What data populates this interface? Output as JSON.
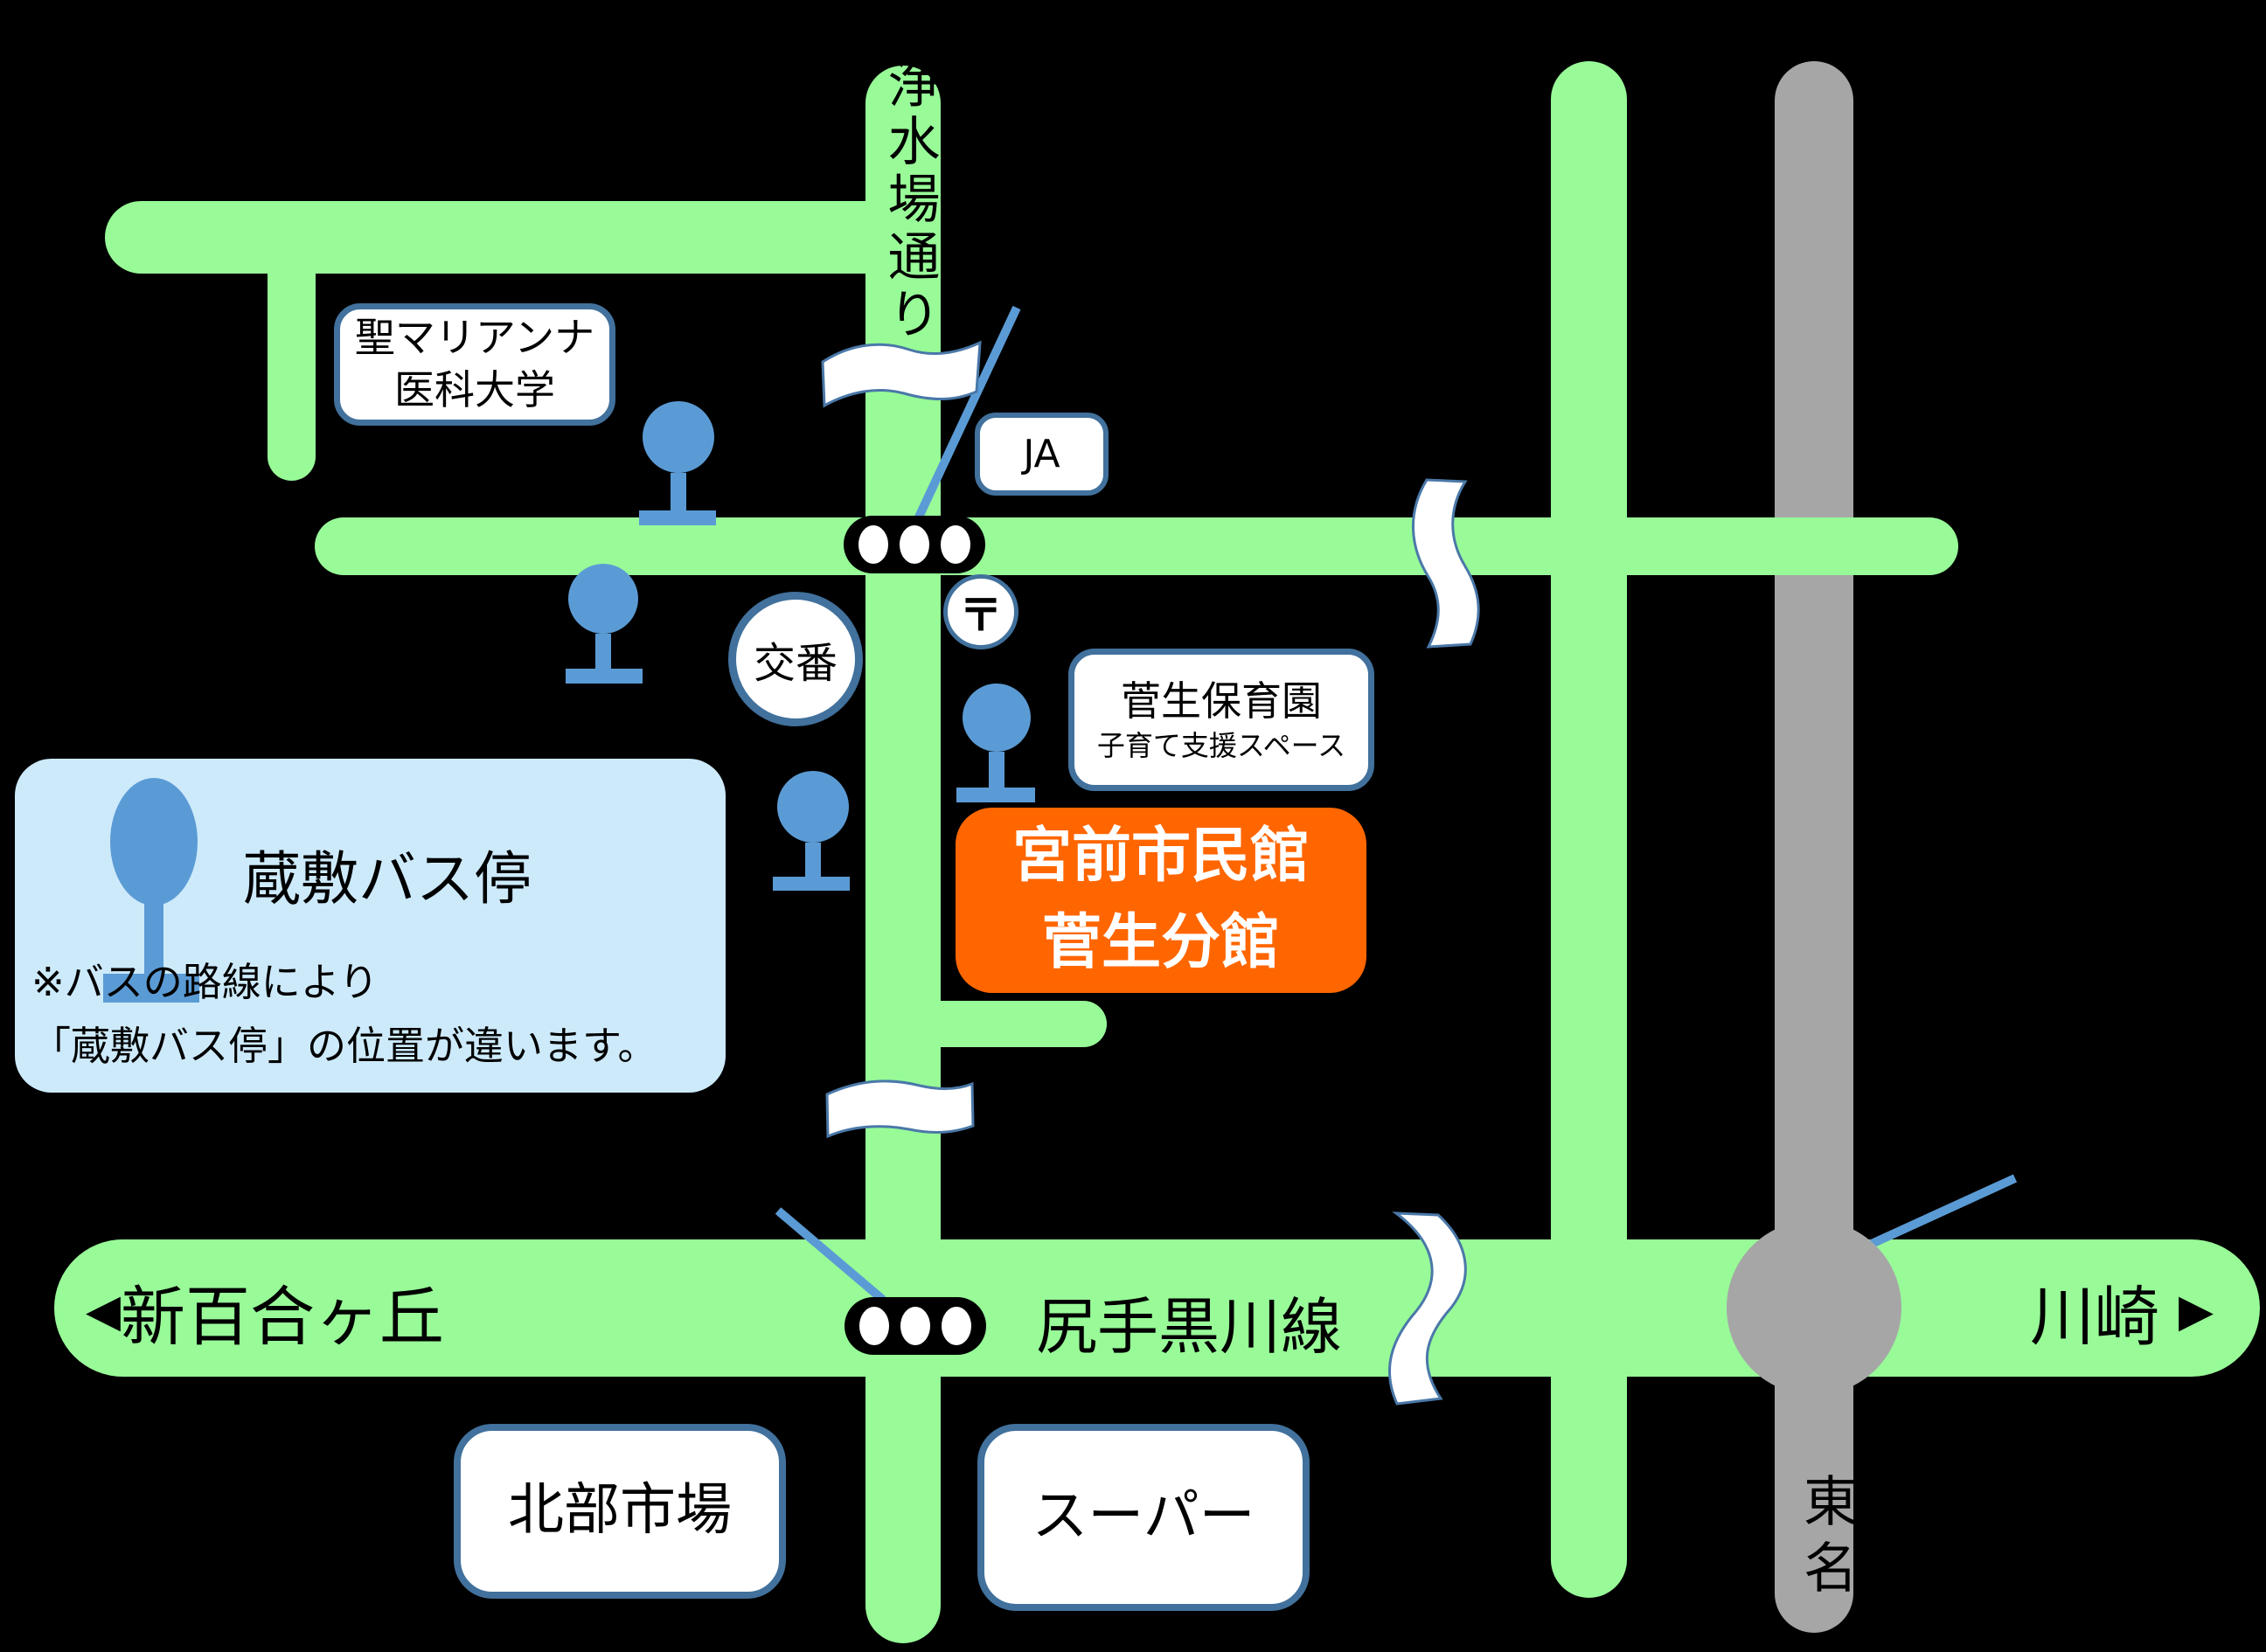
{
  "colors": {
    "background": "#000000",
    "road_green": "#98FB98",
    "road_gray": "#A6A6A6",
    "icon_blue": "#5B9BD5",
    "box_border": "#41719C",
    "box_fill": "#FFFFFF",
    "legend_fill": "#CDEAFB",
    "highlight_orange": "#FF6600",
    "text_black": "#000000",
    "text_white": "#FFFFFF"
  },
  "roads": {
    "vertical_street_label": "浄水場通り",
    "bottom_road_label": "尻手黒川線",
    "expressway_label": "東名"
  },
  "directions": {
    "left_arrow": "◀",
    "left_label": "新百合ヶ丘",
    "right_label": "川崎",
    "right_arrow": "▶"
  },
  "landmarks": {
    "university": {
      "line1": "聖マリアンナ",
      "line2": "医科大学"
    },
    "ja": {
      "label": "JA"
    },
    "police_box": {
      "label": "交番"
    },
    "post_office": {
      "symbol": "〒"
    },
    "nursery": {
      "line1": "菅生保育園",
      "line2": "子育て支援スペース"
    },
    "civic_hall": {
      "line1": "宮前市民館",
      "line2": "菅生分館"
    },
    "market": {
      "label": "北部市場"
    },
    "supermarket": {
      "label": "スーパー"
    }
  },
  "legend": {
    "bus_stop_title": "蔵敷バス停",
    "note_line1": "※バスの路線により",
    "note_line2": "「蔵敷バス停」の位置が違います。"
  }
}
